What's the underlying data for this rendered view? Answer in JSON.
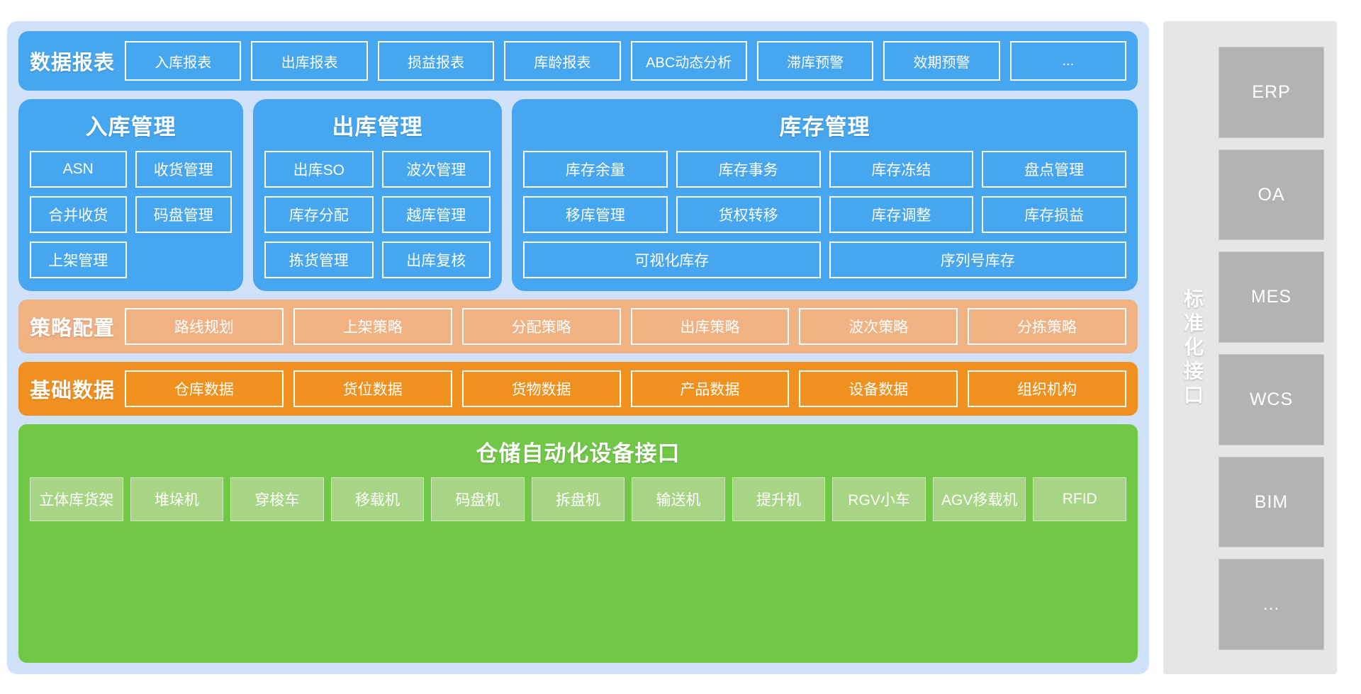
{
  "reports": {
    "title": "数据报表",
    "items": [
      "入库报表",
      "出库报表",
      "损益报表",
      "库龄报表",
      "ABC动态分析",
      "滞库预警",
      "效期预警",
      "..."
    ]
  },
  "inbound": {
    "title": "入库管理",
    "rows": [
      [
        "ASN",
        "收货管理"
      ],
      [
        "合并收货",
        "码盘管理"
      ],
      [
        "上架管理",
        ""
      ]
    ]
  },
  "outbound": {
    "title": "出库管理",
    "rows": [
      [
        "出库SO",
        "波次管理"
      ],
      [
        "库存分配",
        "越库管理"
      ],
      [
        "拣货管理",
        "出库复核"
      ]
    ]
  },
  "stock": {
    "title": "库存管理",
    "rows": [
      [
        "库存余量",
        "库存事务",
        "库存冻结",
        "盘点管理"
      ],
      [
        "移库管理",
        "货权转移",
        "库存调整",
        "库存损益"
      ],
      [
        "可视化库存",
        "序列号库存"
      ]
    ]
  },
  "strategy": {
    "title": "策略配置",
    "items": [
      "路线规划",
      "上架策略",
      "分配策略",
      "出库策略",
      "波次策略",
      "分拣策略"
    ]
  },
  "basedata": {
    "title": "基础数据",
    "items": [
      "仓库数据",
      "货位数据",
      "货物数据",
      "产品数据",
      "设备数据",
      "组织机构"
    ]
  },
  "automation": {
    "title": "仓储自动化设备接口",
    "items": [
      "立体库货架",
      "堆垛机",
      "穿梭车",
      "移载机",
      "码盘机",
      "拆盘机",
      "输送机",
      "提升机",
      "RGV小车",
      "AGV移载机",
      "RFID"
    ]
  },
  "sidebar": {
    "label": "标准化接口",
    "systems": [
      "ERP",
      "OA",
      "MES",
      "WCS",
      "BIM",
      "..."
    ]
  },
  "colors": {
    "panel_bg": "#cfe2f9",
    "blue": "#46a6f0",
    "light_orange": "#f0b183",
    "orange": "#f0901e",
    "green": "#71c847",
    "green_chip": "#a8d585",
    "sidebar_bg": "#e6e6e6",
    "sidebar_chip": "#b3b3b3"
  }
}
